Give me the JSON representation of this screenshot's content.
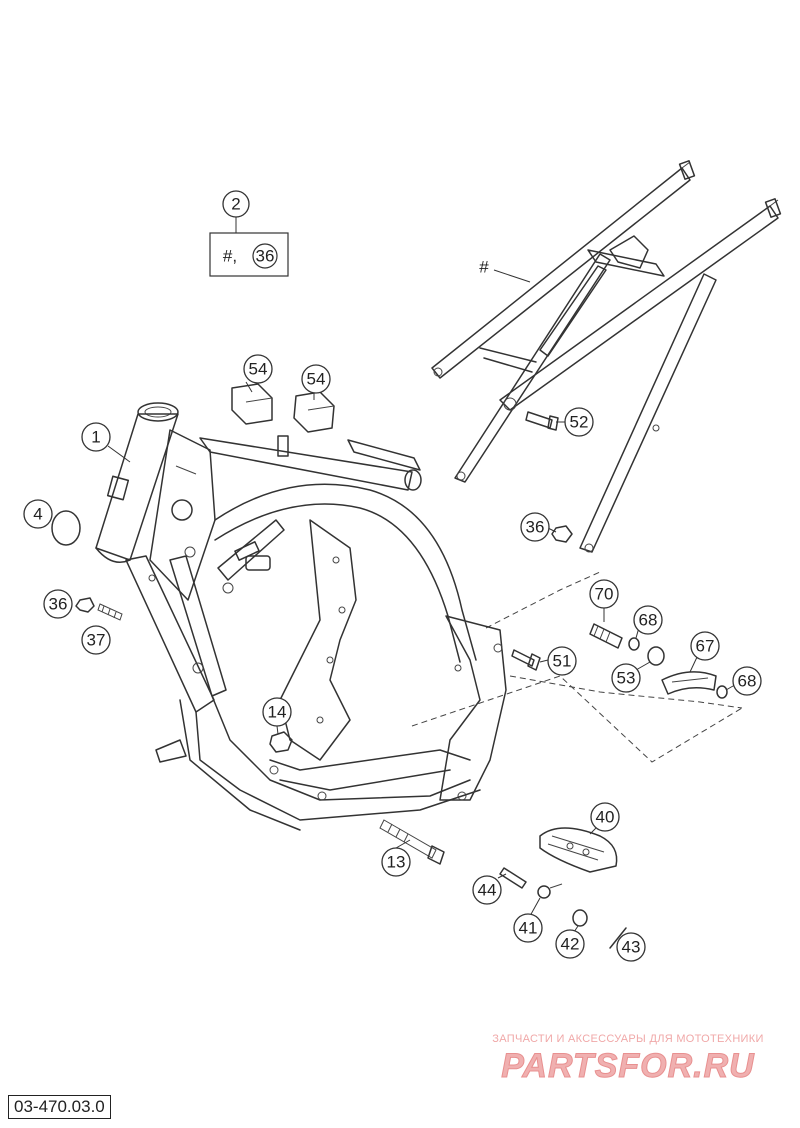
{
  "group_box": {
    "callout": "2",
    "contents": "#,",
    "contents_ref": "36"
  },
  "subframe_marker": "#",
  "callouts": [
    {
      "id": "c1",
      "label": "1"
    },
    {
      "id": "c4",
      "label": "4"
    },
    {
      "id": "c36a",
      "label": "36"
    },
    {
      "id": "c37",
      "label": "37"
    },
    {
      "id": "c54a",
      "label": "54"
    },
    {
      "id": "c54b",
      "label": "54"
    },
    {
      "id": "c14",
      "label": "14"
    },
    {
      "id": "c13",
      "label": "13"
    },
    {
      "id": "c52",
      "label": "52"
    },
    {
      "id": "c36b",
      "label": "36"
    },
    {
      "id": "c70",
      "label": "70"
    },
    {
      "id": "c68a",
      "label": "68"
    },
    {
      "id": "c51",
      "label": "51"
    },
    {
      "id": "c67",
      "label": "67"
    },
    {
      "id": "c53",
      "label": "53"
    },
    {
      "id": "c68b",
      "label": "68"
    },
    {
      "id": "c40",
      "label": "40"
    },
    {
      "id": "c44",
      "label": "44"
    },
    {
      "id": "c41",
      "label": "41"
    },
    {
      "id": "c42",
      "label": "42"
    },
    {
      "id": "c43",
      "label": "43"
    }
  ],
  "watermark": {
    "tagline": "ЗАПЧАСТИ И АКСЕССУАРЫ ДЛЯ МОТОТЕХНИКИ",
    "logo": "PARTSFOR.RU"
  },
  "diagram_code": "03-470.03.0"
}
